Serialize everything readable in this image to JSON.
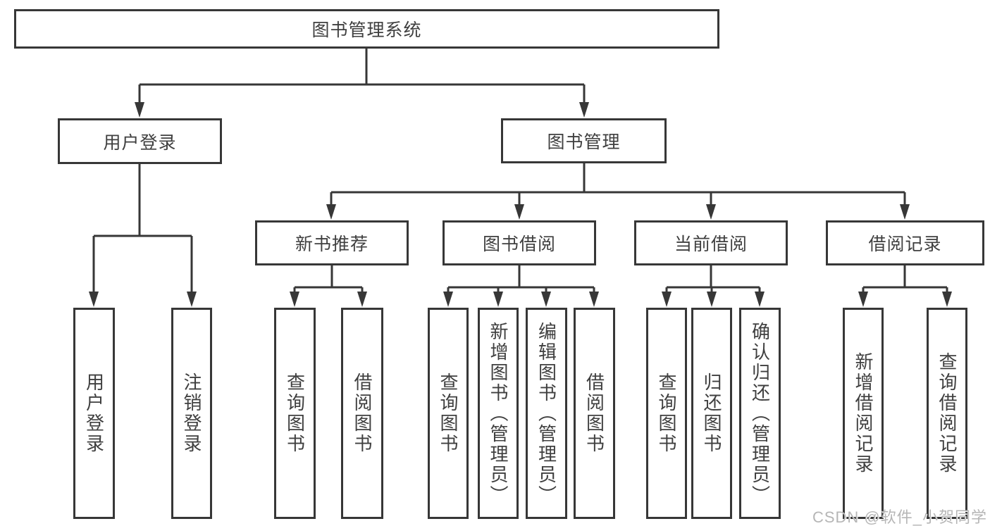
{
  "tree": {
    "root": {
      "label": "图书管理系统"
    },
    "branches": [
      {
        "label": "用户登录",
        "leaves": [
          {
            "label": "用户登录"
          },
          {
            "label": "注销登录"
          }
        ]
      },
      {
        "label": "图书管理",
        "groups": [
          {
            "label": "新书推荐",
            "leaves": [
              {
                "label": "查询图书"
              },
              {
                "label": "借阅图书"
              }
            ]
          },
          {
            "label": "图书借阅",
            "leaves": [
              {
                "label": "查询图书"
              },
              {
                "label": "新增图书（管理员）"
              },
              {
                "label": "编辑图书（管理员）"
              },
              {
                "label": "借阅图书"
              }
            ]
          },
          {
            "label": "当前借阅",
            "leaves": [
              {
                "label": "查询图书"
              },
              {
                "label": "归还图书"
              },
              {
                "label": "确认归还（管理员）"
              }
            ]
          },
          {
            "label": "借阅记录",
            "leaves": [
              {
                "label": "新增借阅记录"
              },
              {
                "label": "查询借阅记录"
              }
            ]
          }
        ]
      }
    ]
  },
  "watermark": {
    "text": "CSDN @软件_小贺同学"
  },
  "colors": {
    "line": "#373737",
    "box_border": "#373737",
    "text": "#3f3f3f",
    "watermark": "#b6b6b6",
    "background": "#ffffff"
  }
}
